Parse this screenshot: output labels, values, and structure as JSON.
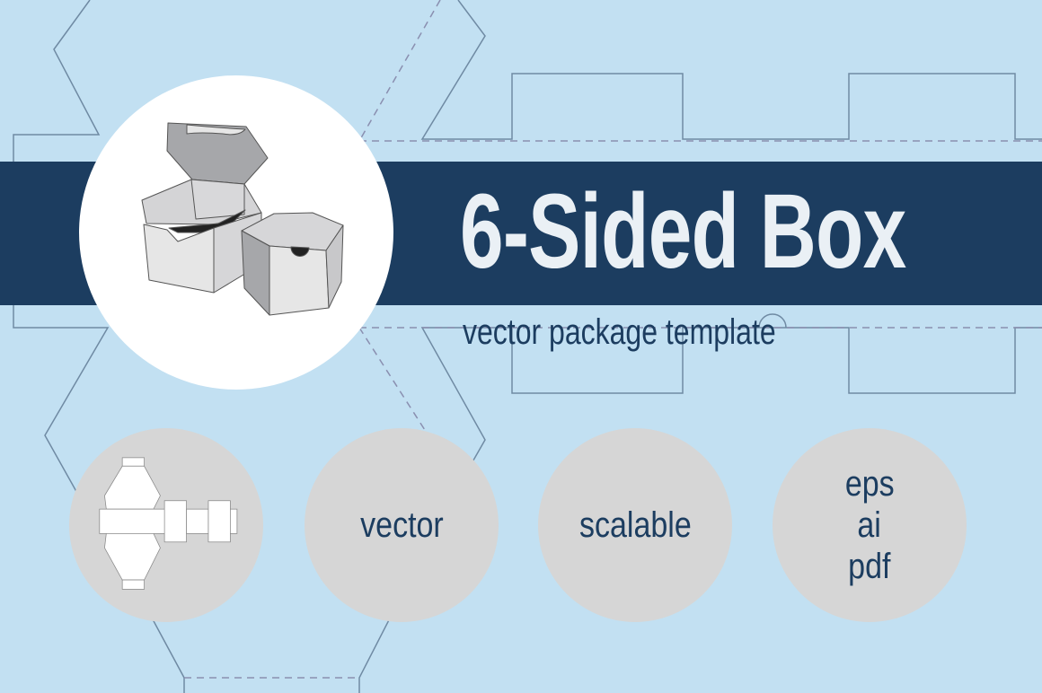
{
  "title": "6-Sided Box",
  "subtitle": "vector package template",
  "features": [
    "vector",
    "scalable"
  ],
  "formats": [
    "eps",
    "ai",
    "pdf"
  ],
  "colors": {
    "background": "#c2e0f2",
    "banner": "#1c3d60",
    "circle": "#d6d6d6",
    "text": "#1c3d60"
  }
}
